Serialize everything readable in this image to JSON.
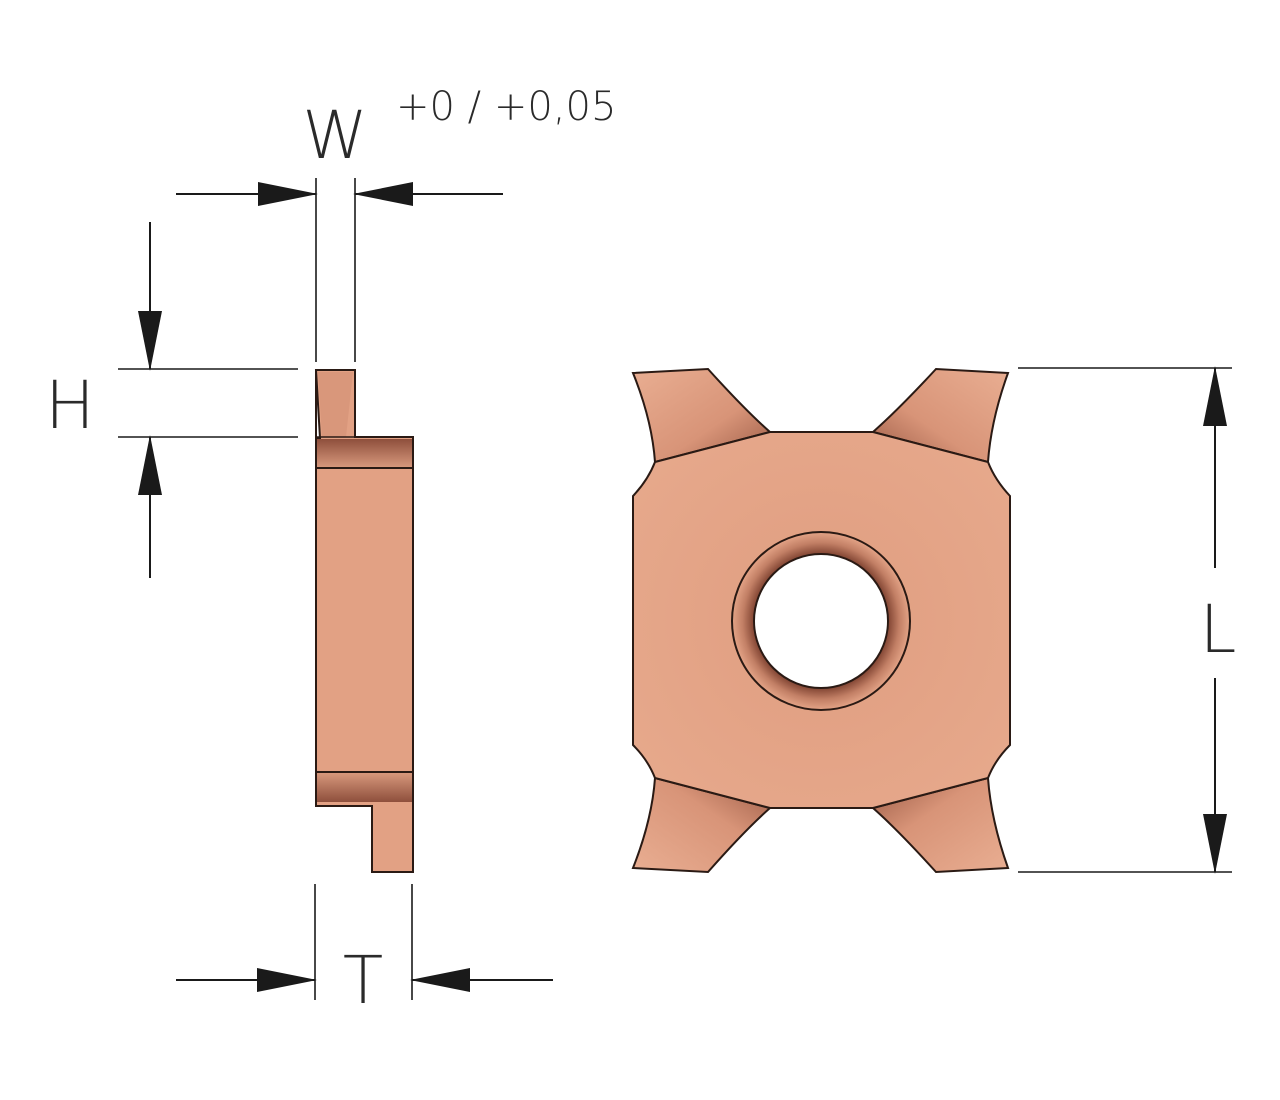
{
  "labels": {
    "width": "W",
    "width_tolerance": "+0 / +0,05",
    "height": "H",
    "thickness": "T",
    "length": "L"
  },
  "colors": {
    "insert_fill": "#E2A184",
    "insert_shadow": "#9A5A45",
    "insert_highlight": "#EDB598",
    "outline": "#2A1A14",
    "dimension_lines": "#1A1A1A"
  }
}
